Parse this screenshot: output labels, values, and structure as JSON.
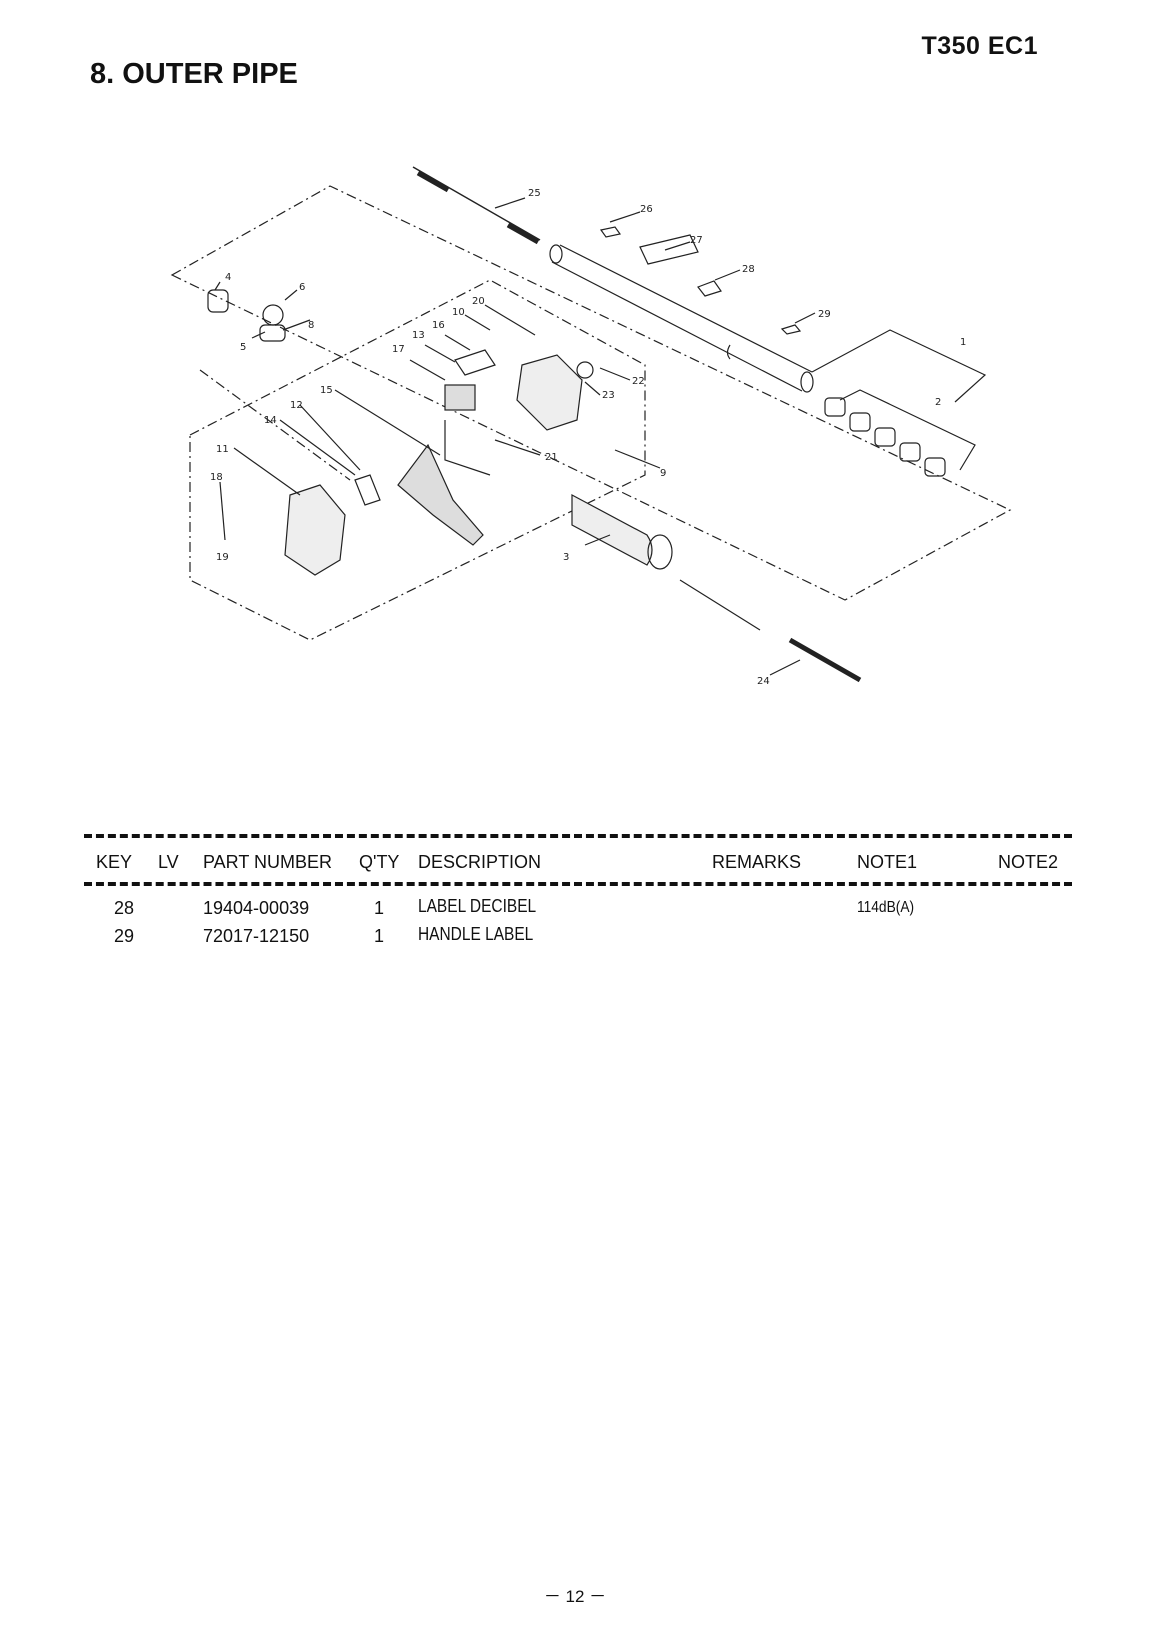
{
  "header": {
    "model": "T350 EC1",
    "section_title": "8. OUTER PIPE"
  },
  "diagram": {
    "callouts": [
      "1",
      "2",
      "3",
      "4",
      "5",
      "6",
      "8",
      "9",
      "10",
      "11",
      "12",
      "13",
      "14",
      "15",
      "16",
      "17",
      "18",
      "19",
      "20",
      "21",
      "22",
      "23",
      "24",
      "25",
      "26",
      "27",
      "28",
      "29"
    ]
  },
  "table": {
    "columns": [
      "KEY",
      "LV",
      "PART NUMBER",
      "Q'TY",
      "DESCRIPTION",
      "REMARKS",
      "NOTE1",
      "NOTE2"
    ],
    "rows": [
      {
        "key": "28",
        "lv": "",
        "part_number": "19404-00039",
        "qty": "1",
        "description": "LABEL DECIBEL",
        "remarks": "",
        "note1": "114dB(A)",
        "note2": ""
      },
      {
        "key": "29",
        "lv": "",
        "part_number": "72017-12150",
        "qty": "1",
        "description": "HANDLE LABEL",
        "remarks": "",
        "note1": "",
        "note2": ""
      }
    ]
  },
  "footer": {
    "page_number": "－ 12 －"
  }
}
